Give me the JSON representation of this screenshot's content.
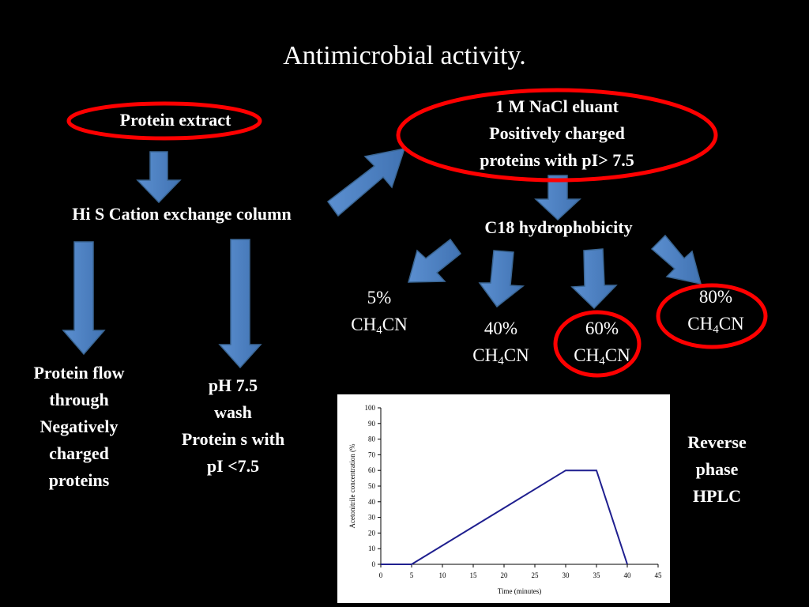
{
  "title": "Antimicrobial activity.",
  "nodes": {
    "protein_extract": "Protein extract",
    "hi_s_column": "Hi S Cation exchange column",
    "nacl_eluant": [
      "1 M  NaCl  eluant",
      "Positively charged",
      "proteins with pI> 7.5"
    ],
    "c18": "C18  hydrophobicity",
    "flow_through": [
      "Protein  flow",
      "through",
      "Negatively",
      "charged",
      "proteins"
    ],
    "wash": [
      "pH 7.5",
      "wash",
      "Protein s with",
      "pI <7.5"
    ],
    "fractions": [
      {
        "pct": "5%",
        "formula_a": "CH",
        "sub": "4",
        "formula_b": "CN"
      },
      {
        "pct": "40%",
        "formula_a": "CH",
        "sub": "4",
        "formula_b": "CN"
      },
      {
        "pct": "60%",
        "formula_a": "CH",
        "sub": "4",
        "formula_b": "CN"
      },
      {
        "pct": "80%",
        "formula_a": "CH",
        "sub": "4",
        "formula_b": "CN"
      }
    ],
    "hplc": [
      "Reverse",
      "phase",
      "HPLC"
    ]
  },
  "colors": {
    "background": "#000000",
    "arrow": "#4f81bd",
    "arrow_border": "#3a6694",
    "highlight_ellipse": "#ff0000",
    "line": "#1f1f8f"
  },
  "chart_data": {
    "type": "line",
    "xlabel": "Time (minutes)",
    "ylabel": "Acetonitrile concentration (%",
    "xlim": [
      0,
      45
    ],
    "ylim": [
      0,
      100
    ],
    "xticks": [
      0,
      5,
      10,
      15,
      20,
      25,
      30,
      35,
      40,
      45
    ],
    "yticks": [
      0,
      10,
      20,
      30,
      40,
      50,
      60,
      70,
      80,
      90,
      100
    ],
    "series": [
      {
        "x": [
          0,
          5,
          30,
          35,
          40
        ],
        "y": [
          0,
          0,
          60,
          60,
          0
        ]
      }
    ]
  }
}
